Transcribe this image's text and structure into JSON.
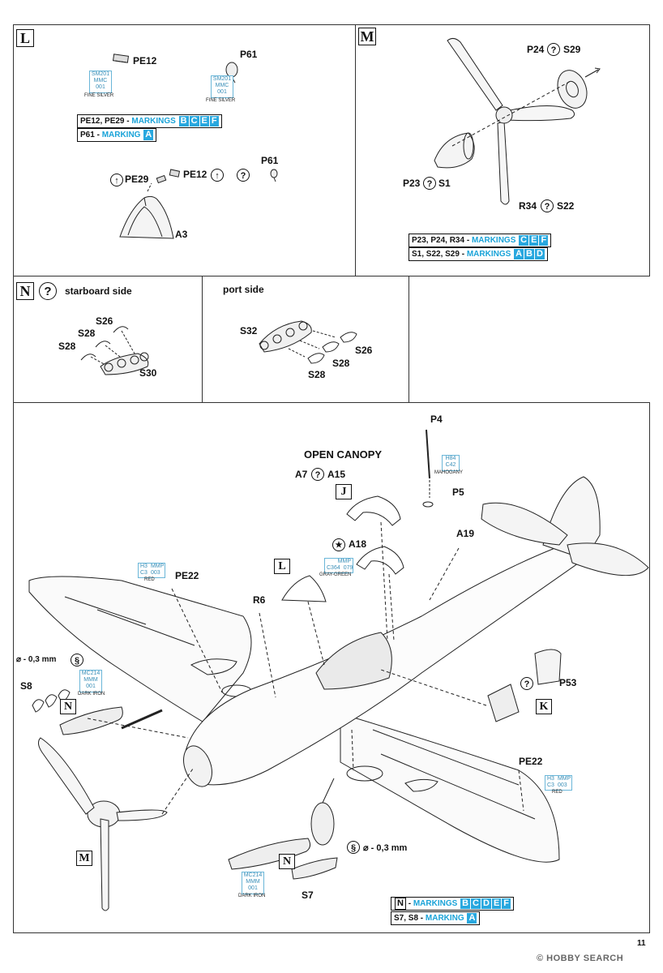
{
  "page": {
    "number": "11"
  },
  "watermark": "© HOBBY SEARCH",
  "symbols": {
    "optional": "?",
    "cut": "§",
    "vertical_arrow": "↑"
  },
  "step_L": {
    "letter": "L",
    "parts": {
      "pe12": "PE12",
      "p61": "P61",
      "pe29": "PE29",
      "a3": "A3"
    },
    "color_pe12": {
      "line1": "SM201",
      "line2": "MMC",
      "line3": "001",
      "name": "FINE SILVER"
    },
    "color_p61": {
      "line1": "SM201",
      "line2": "MMC",
      "line3": "001",
      "name": "FINE SILVER"
    },
    "markings": [
      {
        "text": "PE12, PE29 - ",
        "word": "MARKINGS",
        "letters": [
          "B",
          "C",
          "E",
          "F"
        ]
      },
      {
        "text": "P61 - ",
        "word": "MARKING",
        "letters": [
          "A"
        ]
      }
    ]
  },
  "step_M": {
    "letter": "M",
    "parts": {
      "p24_s29": "S29",
      "p24": "P24",
      "p23": "P23",
      "s1": "S1",
      "r34": "R34",
      "s22": "S22"
    },
    "markings": [
      {
        "text": "P23, P24, R34 - ",
        "word": "MARKINGS",
        "letters": [
          "C",
          "E",
          "F"
        ]
      },
      {
        "text": "S1, S22, S29 - ",
        "word": "MARKINGS",
        "letters": [
          "A",
          "B",
          "D"
        ]
      }
    ]
  },
  "step_N": {
    "letter": "N",
    "starboard_title": "starboard side",
    "port_title": "port side",
    "starboard_parts": {
      "s26": "S26",
      "s28a": "S28",
      "s28b": "S28",
      "s30": "S30"
    },
    "port_parts": {
      "s32": "S32",
      "s26": "S26",
      "s28a": "S28",
      "s28b": "S28"
    }
  },
  "main": {
    "open_canopy": "OPEN CANOPY",
    "parts": {
      "p4": "P4",
      "p5": "P5",
      "a7": "A7",
      "a15": "A15",
      "a18": "A18",
      "a19": "A19",
      "pe22_left": "PE22",
      "pe22_right": "PE22",
      "r6": "R6",
      "p53": "P53",
      "s8": "S8",
      "s7": "S7"
    },
    "drill_note_left": "⌀ - 0,3 mm",
    "drill_note_bottom": "⌀ - 0,3 mm",
    "refs": {
      "j": "J",
      "l": "L",
      "k": "K",
      "n1": "N",
      "n2": "N",
      "m": "M"
    },
    "color_p4": {
      "line1": "H84",
      "line2": "C42",
      "name": "MAHOGANY"
    },
    "color_a18": {
      "a1": "MMP",
      "b1": "C364",
      "b2": "079",
      "name": "GRAY-GREEN"
    },
    "color_pe22_left": {
      "a1": "H3",
      "a2": "MMP",
      "b1": "C3",
      "b2": "003",
      "name": "RED"
    },
    "color_pe22_right": {
      "a1": "H3",
      "a2": "MMP",
      "b1": "C3",
      "b2": "003",
      "name": "RED"
    },
    "color_s8": {
      "line1": "MC214",
      "line2": "MMM",
      "line3": "001",
      "name": "DARK IRON"
    },
    "color_s7": {
      "line1": "MC214",
      "line2": "MMM",
      "line3": "001",
      "name": "DARK IRON"
    },
    "markings": [
      {
        "text": " - ",
        "word": "MARKINGS",
        "letters": [
          "B",
          "C",
          "D",
          "E",
          "F"
        ]
      },
      {
        "text": "S7, S8 - ",
        "word": "MARKING",
        "letters": [
          "A"
        ]
      }
    ]
  }
}
